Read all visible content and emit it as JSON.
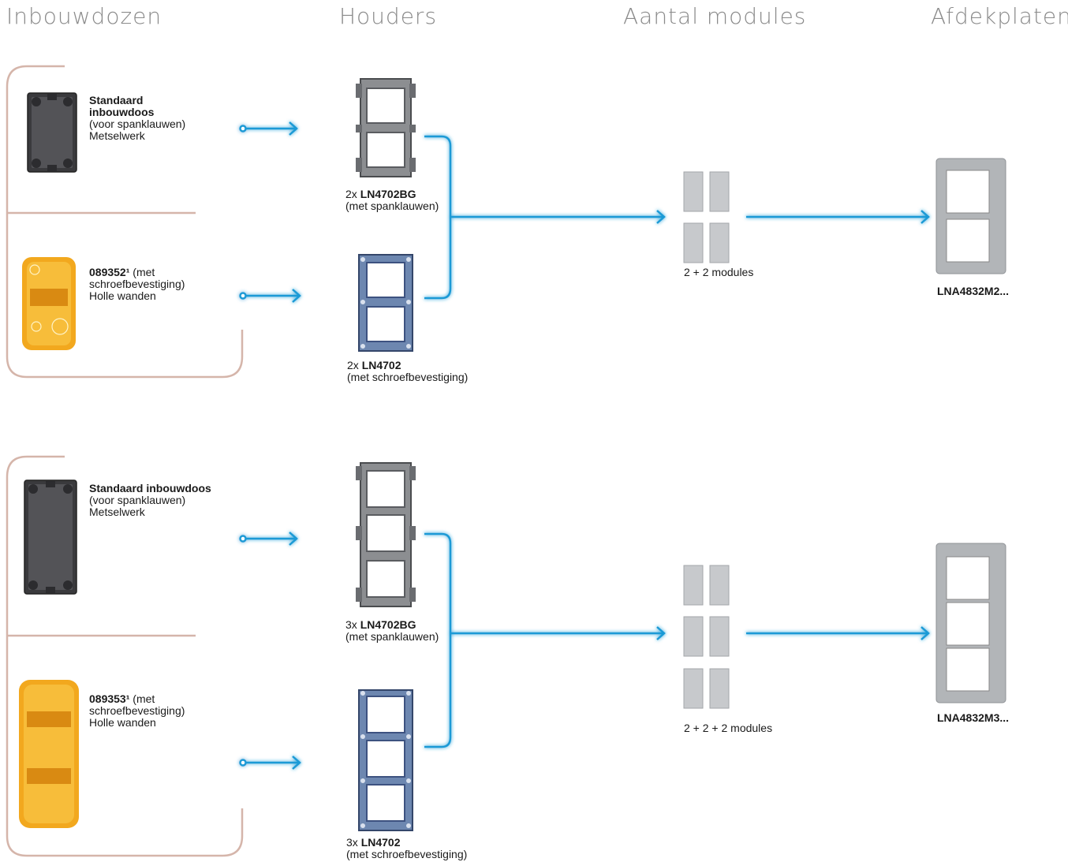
{
  "headers": {
    "boxes": "Inbouwdozen",
    "holders": "Houders",
    "modules": "Aantal modules",
    "plates": "Afdekplaten"
  },
  "rows": [
    {
      "box_std": {
        "title": "Standaard",
        "title2": "inbouwdoos",
        "line2": "(voor spanklauwen)",
        "line3": "Metselwerk"
      },
      "box_hollow": {
        "code": "089352¹",
        "code_suffix": " (met",
        "line2": "schroefbevestiging)",
        "line3": "Holle wanden"
      },
      "holder_bg": {
        "qty": "2x ",
        "code": "LN4702BG",
        "note": "(met spanklauwen)"
      },
      "holder_screw": {
        "qty": "2x ",
        "code": "LN4702",
        "note": "(met schroefbevestiging)"
      },
      "modules_label": "2 + 2 modules",
      "plate_code": "LNA4832M2..."
    },
    {
      "box_std": {
        "title": "Standaard inbouwdoos",
        "title2": "",
        "line2": "(voor spanklauwen)",
        "line3": "Metselwerk"
      },
      "box_hollow": {
        "code": "089353¹",
        "code_suffix": " (met",
        "line2": "schroefbevestiging)",
        "line3": "Holle wanden"
      },
      "holder_bg": {
        "qty": "3x ",
        "code": "LN4702BG",
        "note": "(met spanklauwen)"
      },
      "holder_screw": {
        "qty": "3x ",
        "code": "LN4702",
        "note": "(met schroefbevestiging)"
      },
      "modules_label": "2 + 2 + 2 modules",
      "plate_code": "LNA4832M3..."
    }
  ],
  "colors": {
    "arrow": "#1a9ad6",
    "bracket": "#d5b5aa",
    "header": "#8a8a8a"
  }
}
